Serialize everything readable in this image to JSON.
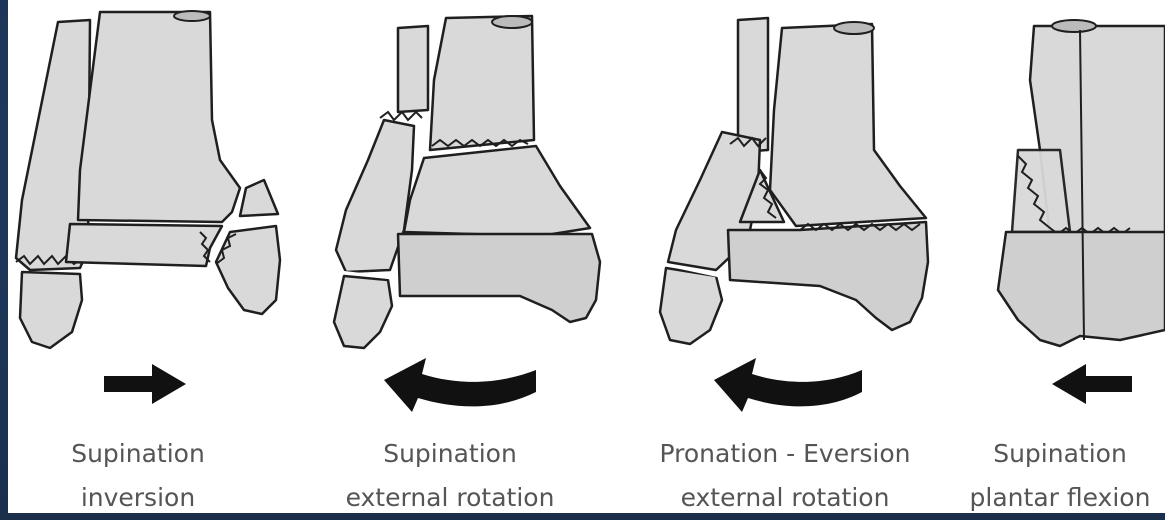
{
  "colors": {
    "background": "#1b2f4a",
    "bone": "#d9d9d9",
    "outline": "#1f1f1f",
    "arrow": "#111111"
  },
  "panels": [
    {
      "id": "supination-inversion",
      "caption_line1": "Supination",
      "caption_line2": "inversion",
      "arrow": "right-arrow-icon"
    },
    {
      "id": "supination-external-rotation",
      "caption_line1": "Supination",
      "caption_line2": "external rotation",
      "arrow": "curved-left-arrow-icon"
    },
    {
      "id": "pronation-eversion-external-rotation",
      "caption_line1": "Pronation - Eversion",
      "caption_line2": "external rotation",
      "arrow": "curved-left-arrow-icon"
    },
    {
      "id": "supination-plantar-flexion",
      "caption_line1": "Supination",
      "caption_line2": "plantar flexion",
      "arrow": "left-arrow-icon"
    }
  ]
}
